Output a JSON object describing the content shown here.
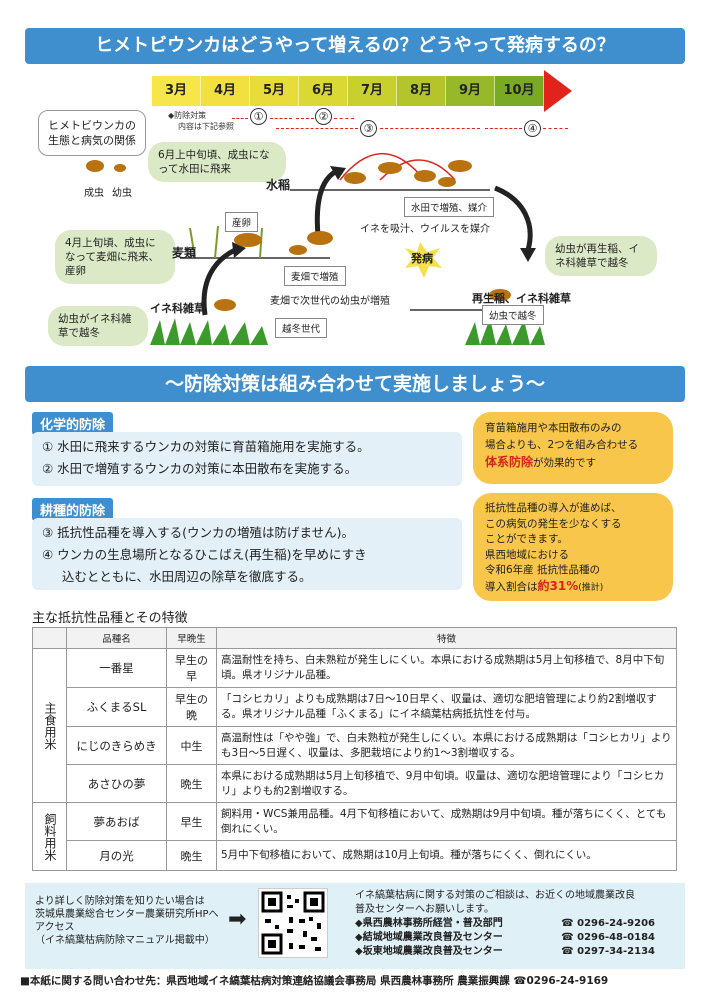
{
  "title1": "ヒメトビウンカはどうやって増えるの？どうやって発病するの？",
  "months": [
    "3月",
    "4月",
    "5月",
    "6月",
    "7月",
    "8月",
    "9月",
    "10月"
  ],
  "month_colors": [
    "#f7e64a",
    "#f2e040",
    "#e7dc3a",
    "#d9d834",
    "#c7d02f",
    "#b3c52b",
    "#97b828",
    "#7aaa25"
  ],
  "phase_note_1": "◆防除対策",
  "phase_note_2": "内容は下記参照",
  "phases": [
    "①",
    "②",
    "③",
    "④"
  ],
  "relation_label": "ヒメトビウンカの生態と病気の関係",
  "adult": "成虫",
  "larva": "幼虫",
  "bubble_june": "6月上中旬頃、成虫になって水田に飛来",
  "bubble_april": "4月上旬頃、成虫になって麦畑に飛来、産卵",
  "bubble_winter": "幼虫がイネ科雑草で越冬",
  "bubble_regrow": "幼虫が再生稲、イネ科雑草で越冬",
  "label_rice": "水稲",
  "label_wheat": "麦類",
  "label_weed": "イネ科雑草",
  "label_regrow": "再生稲、イネ科雑草",
  "tag_egg": "産卵",
  "tag_wheat_grow": "麦畑で増殖",
  "tag_generation": "越冬世代",
  "tag_paddy_grow": "水田で増殖、媒介",
  "tag_winter": "幼虫で越冬",
  "text_next_gen": "麦畑で次世代の幼虫が増殖",
  "text_virus": "イネを吸汁、ウイルスを媒介",
  "text_disease": "発病",
  "title2": "～防除対策は組み合わせて実施しましょう～",
  "chem": {
    "head": "化学的防除",
    "items": [
      "①  水田に飛来するウンカの対策に育苗箱施用を実施する。",
      "②  水田で増殖するウンカの対策に本田散布を実施する。"
    ]
  },
  "chem_bubble": {
    "line1": "育苗箱施用や本田散布のみの",
    "line2": "場合よりも、2つを組み合わせる",
    "red": "体系防除",
    "line3": "が効果的です"
  },
  "cult": {
    "head": "耕種的防除",
    "items": [
      "③  抵抗性品種を導入する(ウンカの増殖は防げません)。",
      "④  ウンカの生息場所となるひこばえ(再生稲)を早めにすき",
      "     込むとともに、水田周辺の除草を徹底する。"
    ]
  },
  "cult_bubble": {
    "l1": "抵抗性品種の導入が進めば、",
    "l2": "この病気の発生を少なくする",
    "l3": "ことができます。",
    "l4": "県西地域における",
    "l5": "令和6年産 抵抗性品種の",
    "l6": "導入割合は",
    "red": "約31%",
    "l7": "(推計)"
  },
  "table_title": "主な抵抗性品種とその特徴",
  "table_headers": [
    "品種名",
    "早晩生",
    "特徴"
  ],
  "groups": {
    "staple": "主食用米",
    "feed": "飼料用米"
  },
  "rows": [
    {
      "name": "一番星",
      "season": "早生の早",
      "feature": "高温耐性を持ち、白未熟粒が発生しにくい。本県における成熟期は5月上旬移植で、8月中下旬頃。県オリジナル品種。"
    },
    {
      "name": "ふくまるSL",
      "season": "早生の晩",
      "feature": "「コシヒカリ」よりも成熟期は7日～10日早く、収量は、適切な肥培管理により約2割増収する。県オリジナル品種「ふくまる」にイネ縞葉枯病抵抗性を付与。"
    },
    {
      "name": "にじのきらめき",
      "season": "中生",
      "feature": "高温耐性は「やや強」で、白未熟粒が発生しにくい。本県における成熟期は「コシヒカリ」よりも3日～5日遅く、収量は、多肥栽培により約1～3割増収する。"
    },
    {
      "name": "あさひの夢",
      "season": "晩生",
      "feature": "本県における成熟期は5月上旬移植で、9月中旬頃。収量は、適切な肥培管理により「コシヒカリ」よりも約2割増収する。"
    },
    {
      "name": "夢あおば",
      "season": "早生",
      "feature": "飼料用・WCS兼用品種。4月下旬移植において、成熟期は9月中旬頃。種が落ちにくく、とても倒れにくい。"
    },
    {
      "name": "月の光",
      "season": "晩生",
      "feature": "5月中下旬移植において、成熟期は10月上旬頃。種が落ちにくく、倒れにくい。"
    }
  ],
  "footer": {
    "left1": "より詳しく防除対策を知りたい場合は",
    "left2": "茨城県農業総合センター農業研究所HPへ",
    "left3": "アクセス",
    "left4": "（イネ縞葉枯病防除マニュアル掲載中）",
    "right1": "イネ縞葉枯病に関する対策のご相談は、お近くの地域農業改良",
    "right2": "普及センターへお願いします。",
    "offices": [
      {
        "name": "◆県西農林事務所経営・普及部門",
        "tel": "☎ 0296-24-9206"
      },
      {
        "name": "◆結城地域農業改良普及センター",
        "tel": "☎ 0296-48-0184"
      },
      {
        "name": "◆坂東地域農業改良普及センター",
        "tel": "☎ 0297-34-2134"
      }
    ]
  },
  "bottom": "■本紙に関する問い合わせ先：県西地域イネ縞葉枯病対策連絡協議会事務局  県西農林事務所  農業振興課  ☎0296-24-9169"
}
